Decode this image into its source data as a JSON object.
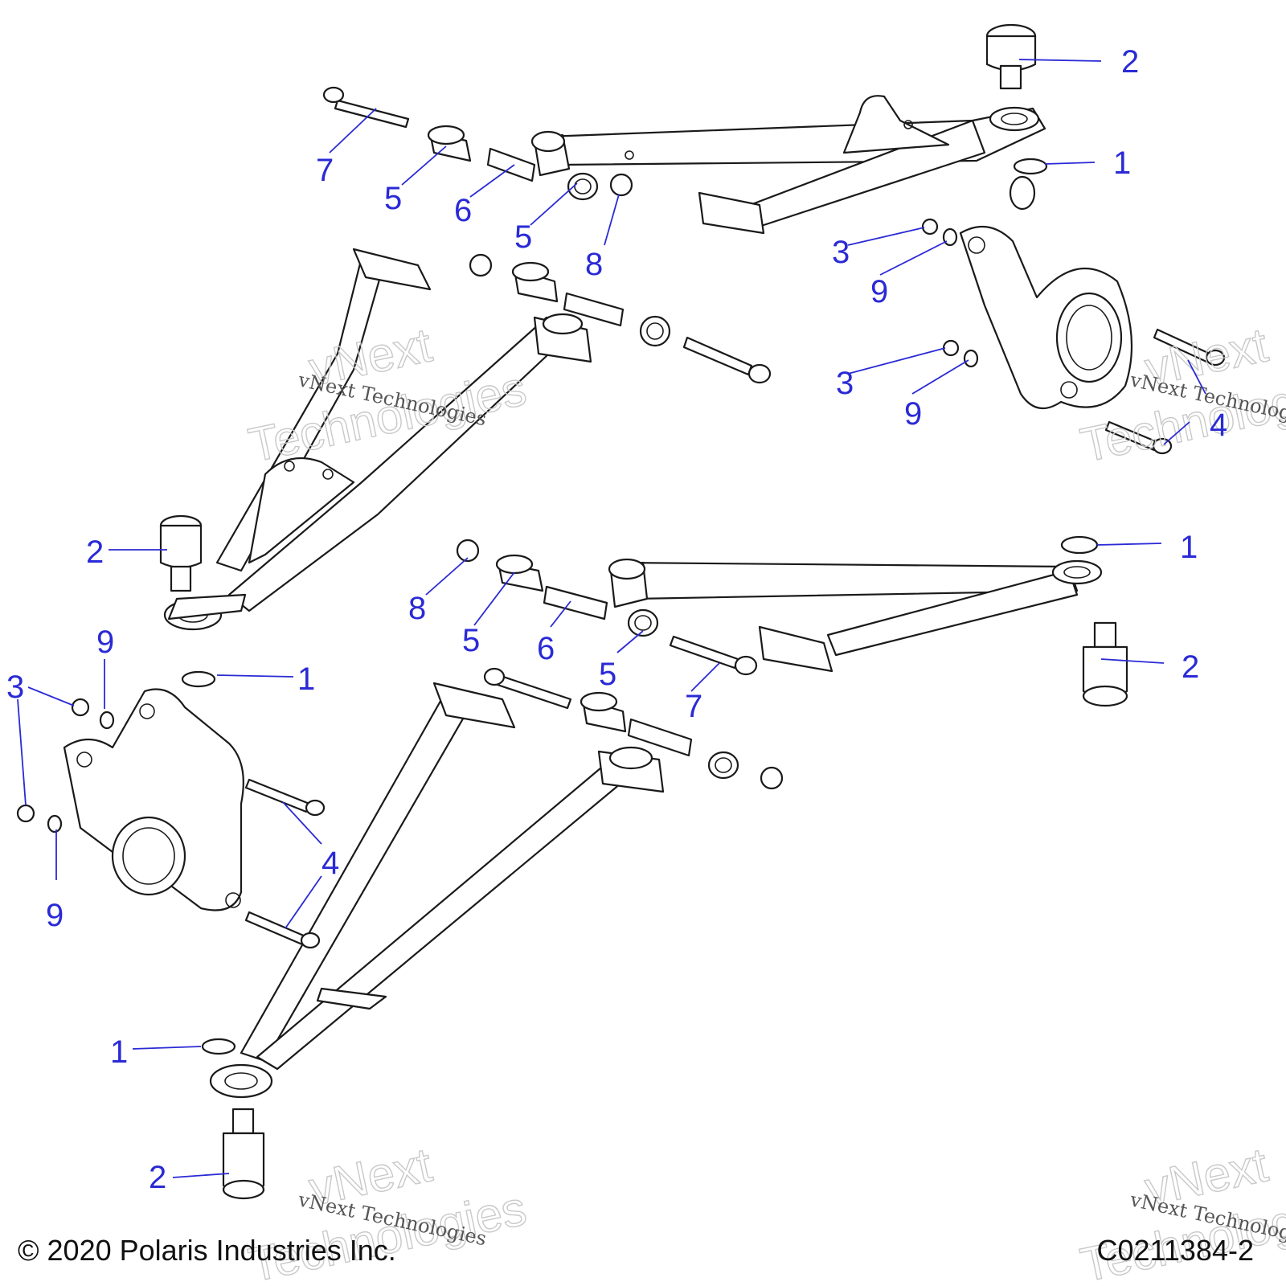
{
  "copyright": "© 2020 Polaris Industries Inc.",
  "figure_id": "C0211384-2",
  "watermark_primary": "vNext Technologies",
  "watermark_outline_top": "vNext",
  "watermark_outline_bottom": "Technologies",
  "callouts": {
    "c1": "1",
    "c2": "2",
    "c3": "3",
    "c4": "4",
    "c5": "5",
    "c6": "6",
    "c7": "7",
    "c8": "8",
    "c9": "9"
  }
}
